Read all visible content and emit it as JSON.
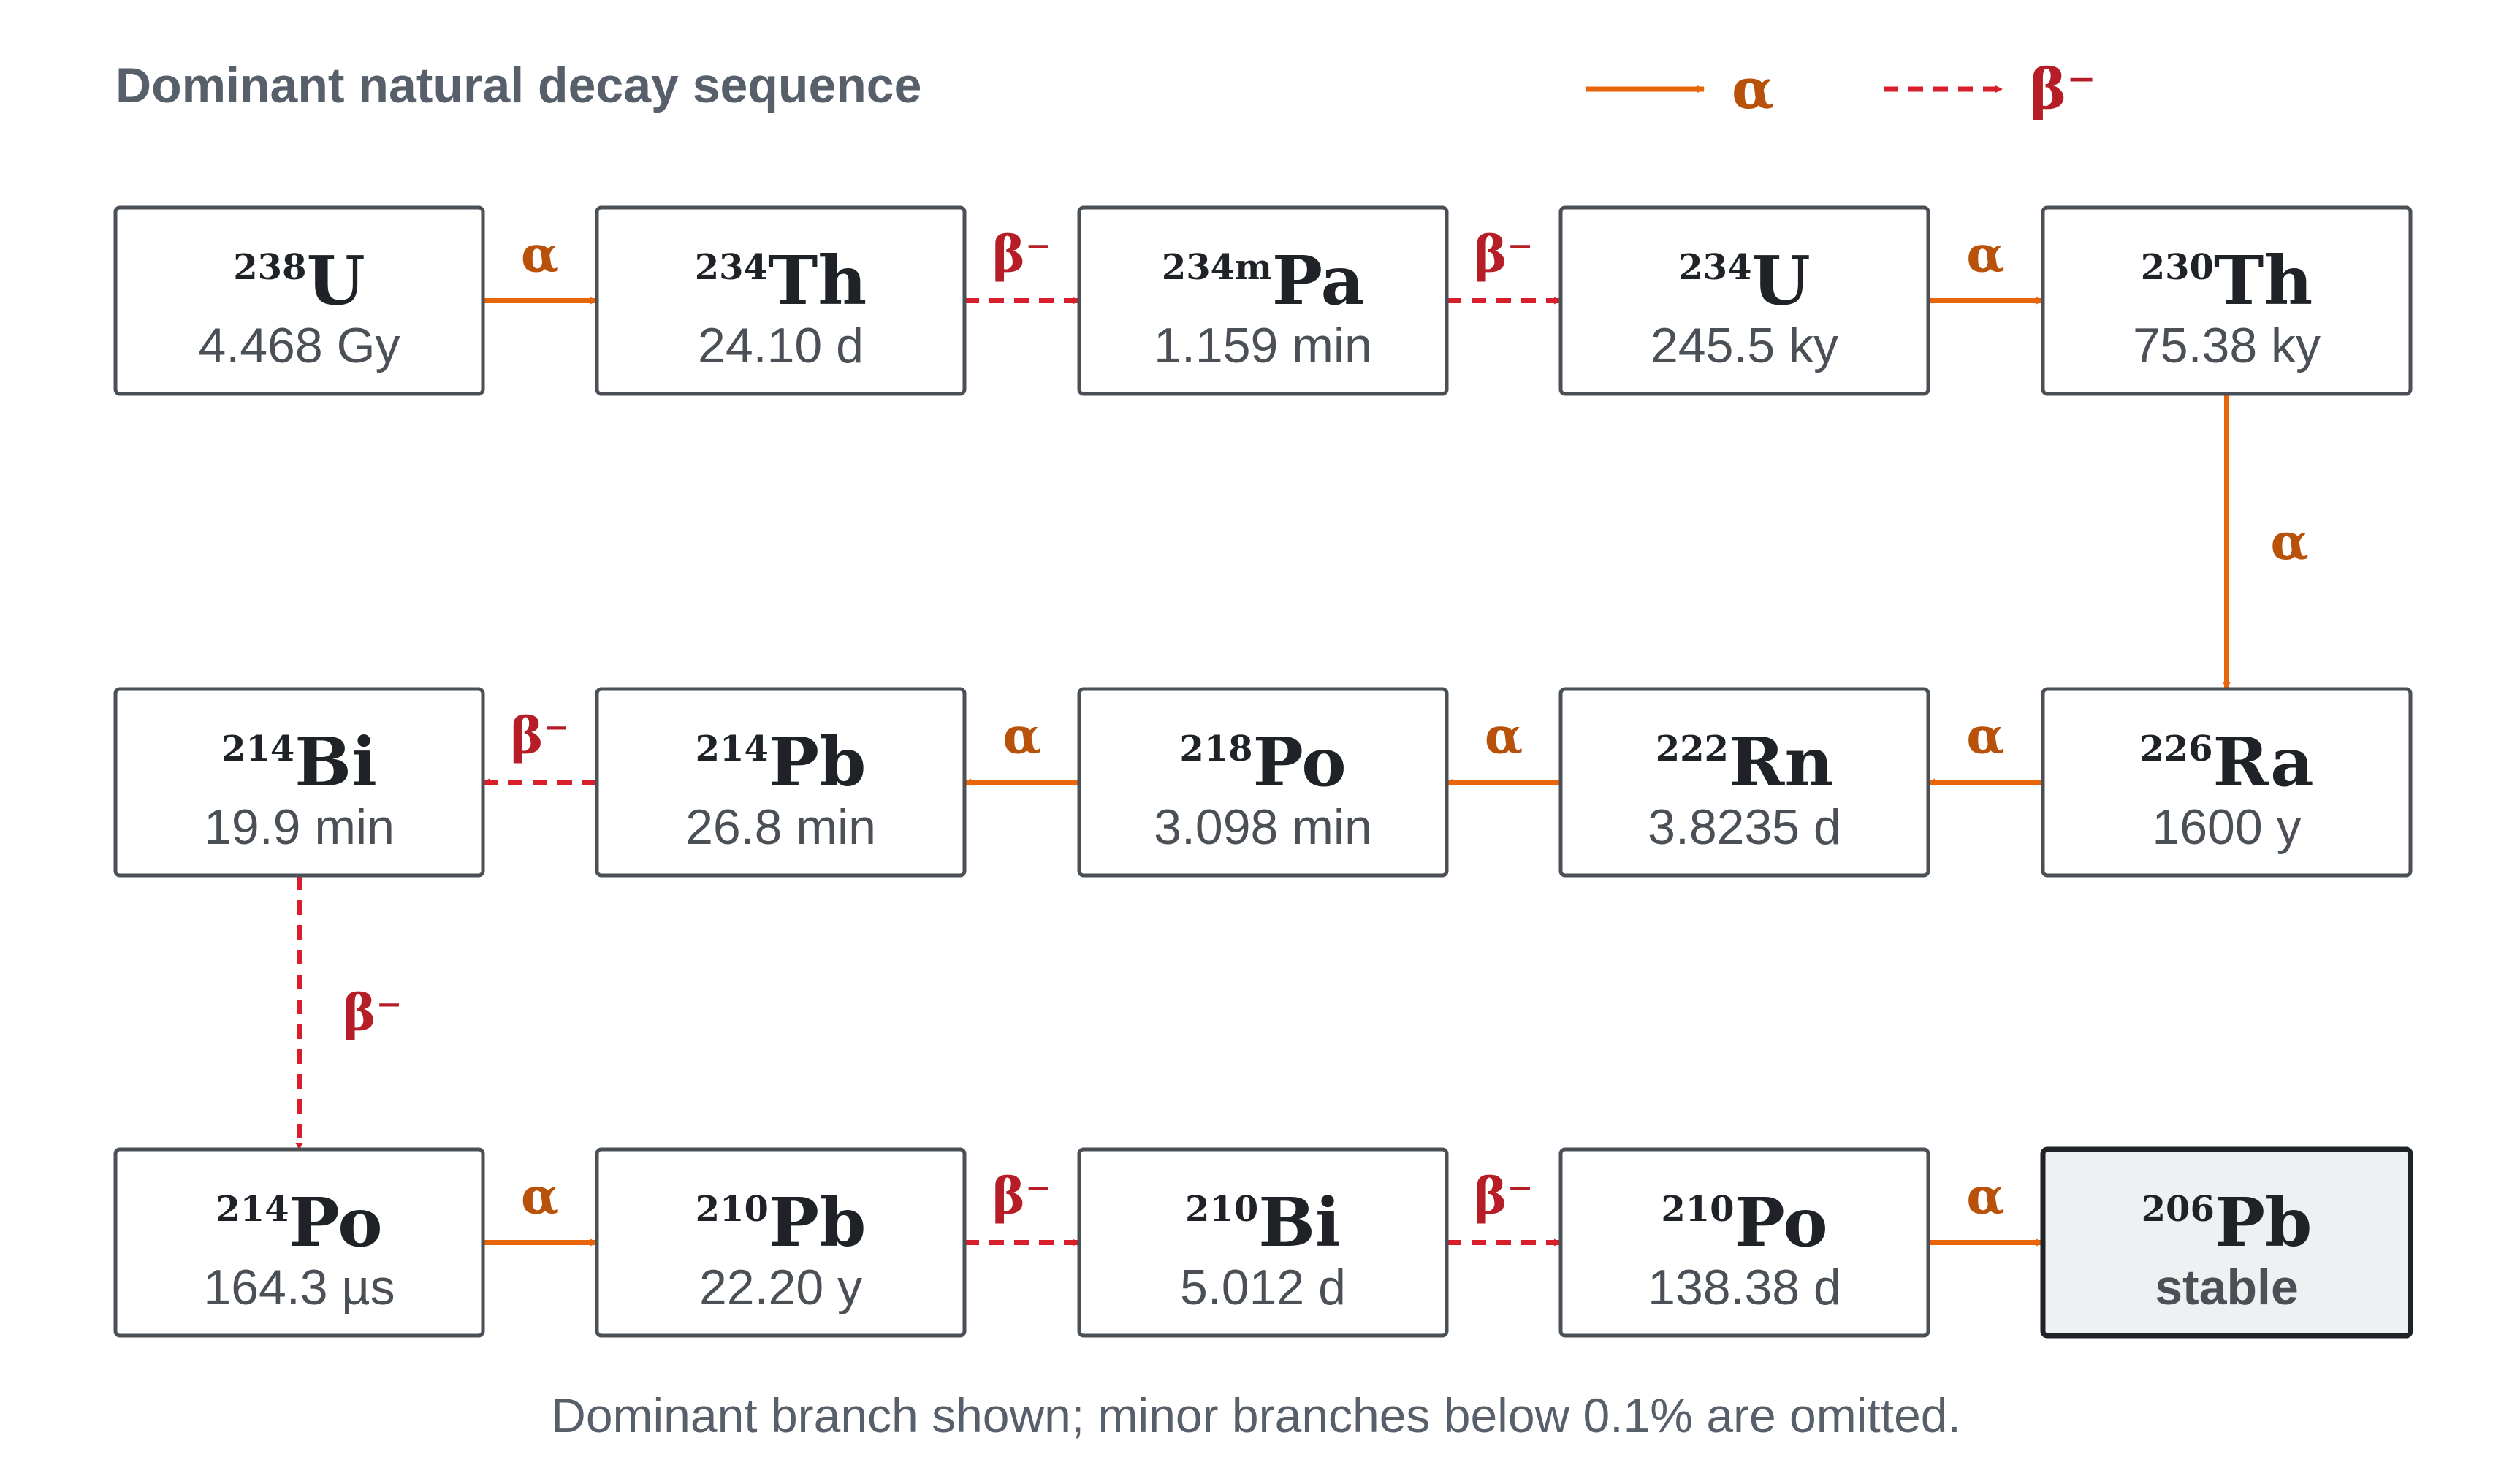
{
  "title": "Dominant natural decay sequence",
  "legend": [
    {
      "type": "alpha",
      "label": "α",
      "color": "#e8650a",
      "dashed": false
    },
    {
      "type": "beta",
      "label": "β⁻",
      "color": "#d81e2a",
      "dashed": true
    }
  ],
  "colors": {
    "alpha": "#e8650a",
    "alpha_text": "#b8520a",
    "beta": "#d81e2a",
    "beta_text": "#b51d27",
    "box_stroke": "#4a5056",
    "stable_fill": "#eef0f1"
  },
  "nodes": [
    {
      "id": "u238",
      "mass": "238",
      "element": "U",
      "half_life": "4.468 Gy"
    },
    {
      "id": "th234",
      "mass": "234",
      "element": "Th",
      "half_life": "24.10 d"
    },
    {
      "id": "pa234m",
      "mass": "234m",
      "element": "Pa",
      "half_life": "1.159 min"
    },
    {
      "id": "u234",
      "mass": "234",
      "element": "U",
      "half_life": "245.5 ky"
    },
    {
      "id": "th230",
      "mass": "230",
      "element": "Th",
      "half_life": "75.38 ky"
    },
    {
      "id": "ra226",
      "mass": "226",
      "element": "Ra",
      "half_life": "1600 y"
    },
    {
      "id": "rn222",
      "mass": "222",
      "element": "Rn",
      "half_life": "3.8235 d"
    },
    {
      "id": "po218",
      "mass": "218",
      "element": "Po",
      "half_life": "3.098 min"
    },
    {
      "id": "pb214",
      "mass": "214",
      "element": "Pb",
      "half_life": "26.8 min"
    },
    {
      "id": "bi214",
      "mass": "214",
      "element": "Bi",
      "half_life": "19.9 min"
    },
    {
      "id": "po214",
      "mass": "214",
      "element": "Po",
      "half_life": "164.3 µs"
    },
    {
      "id": "pb210",
      "mass": "210",
      "element": "Pb",
      "half_life": "22.20 y"
    },
    {
      "id": "bi210",
      "mass": "210",
      "element": "Bi",
      "half_life": "5.012 d"
    },
    {
      "id": "po210",
      "mass": "210",
      "element": "Po",
      "half_life": "138.38 d"
    },
    {
      "id": "pb206",
      "mass": "206",
      "element": "Pb",
      "half_life": "stable",
      "stable": true
    }
  ],
  "decays": [
    {
      "from": "u238",
      "to": "th234",
      "type": "alpha",
      "label": "α"
    },
    {
      "from": "th234",
      "to": "pa234m",
      "type": "beta",
      "label": "β⁻"
    },
    {
      "from": "pa234m",
      "to": "u234",
      "type": "beta",
      "label": "β⁻"
    },
    {
      "from": "u234",
      "to": "th230",
      "type": "alpha",
      "label": "α"
    },
    {
      "from": "th230",
      "to": "ra226",
      "type": "alpha",
      "label": "α"
    },
    {
      "from": "ra226",
      "to": "rn222",
      "type": "alpha",
      "label": "α"
    },
    {
      "from": "rn222",
      "to": "po218",
      "type": "alpha",
      "label": "α"
    },
    {
      "from": "po218",
      "to": "pb214",
      "type": "alpha",
      "label": "α"
    },
    {
      "from": "pb214",
      "to": "bi214",
      "type": "beta",
      "label": "β⁻"
    },
    {
      "from": "bi214",
      "to": "po214",
      "type": "beta",
      "label": "β⁻"
    },
    {
      "from": "po214",
      "to": "pb210",
      "type": "alpha",
      "label": "α"
    },
    {
      "from": "pb210",
      "to": "bi210",
      "type": "beta",
      "label": "β⁻"
    },
    {
      "from": "bi210",
      "to": "po210",
      "type": "beta",
      "label": "β⁻"
    },
    {
      "from": "po210",
      "to": "pb206",
      "type": "alpha",
      "label": "α"
    }
  ],
  "note": "Dominant branch shown; minor branches below 0.1% are omitted."
}
